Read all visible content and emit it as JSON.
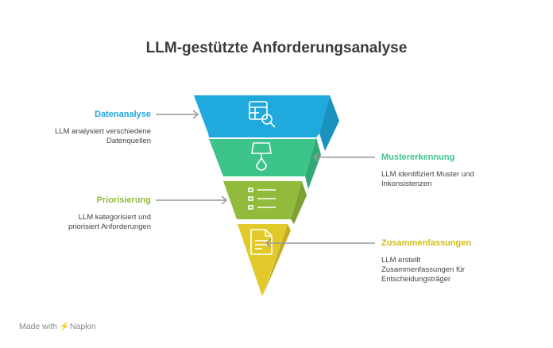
{
  "title": "LLM-gestützte Anforderungsanalyse",
  "colors": {
    "blue": "#1fa9dd",
    "green": "#3cc48a",
    "olive": "#93bb3b",
    "yellow": "#e0c928"
  },
  "stages": [
    {
      "label": "Datenanalyse",
      "desc": [
        "LLM analysiert verschiedene",
        "Datenquellen"
      ],
      "icon": "table-search-icon"
    },
    {
      "label": "Mustererkennung",
      "desc": [
        "LLM identifiziert Muster und",
        "Inkonsistenzen"
      ],
      "icon": "lamp-icon"
    },
    {
      "label": "Priorisierung",
      "desc": [
        "LLM kategorisiert und",
        "priorisiert Anforderungen"
      ],
      "icon": "list-icon"
    },
    {
      "label": "Zusammenfassungen",
      "desc": [
        "LLM erstellt",
        "Zusammenfassungen für",
        "Entscheidungsträger"
      ],
      "icon": "document-icon"
    }
  ],
  "footer": {
    "made_with": "Made with",
    "brand": "Napkin"
  }
}
